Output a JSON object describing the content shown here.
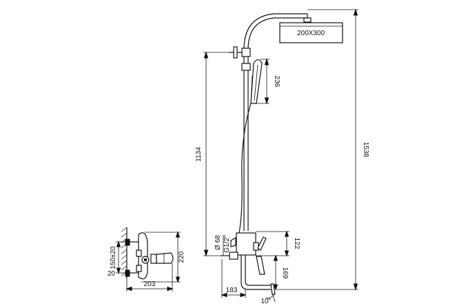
{
  "dimensions": {
    "overall_height": "1538",
    "holder_height": "1134",
    "hand_shower_length": "236",
    "head_size": "200X300",
    "mixer_to_spout": "122",
    "spout_height": "169",
    "spout_reach": "183",
    "spout_angle": "10°",
    "eccentric_range": "150±20",
    "wall_offset": "20",
    "mixer_height": "220",
    "mixer_depth": "203",
    "connection_diameter": "Ø 68",
    "connection_thread": "G1/2\""
  }
}
